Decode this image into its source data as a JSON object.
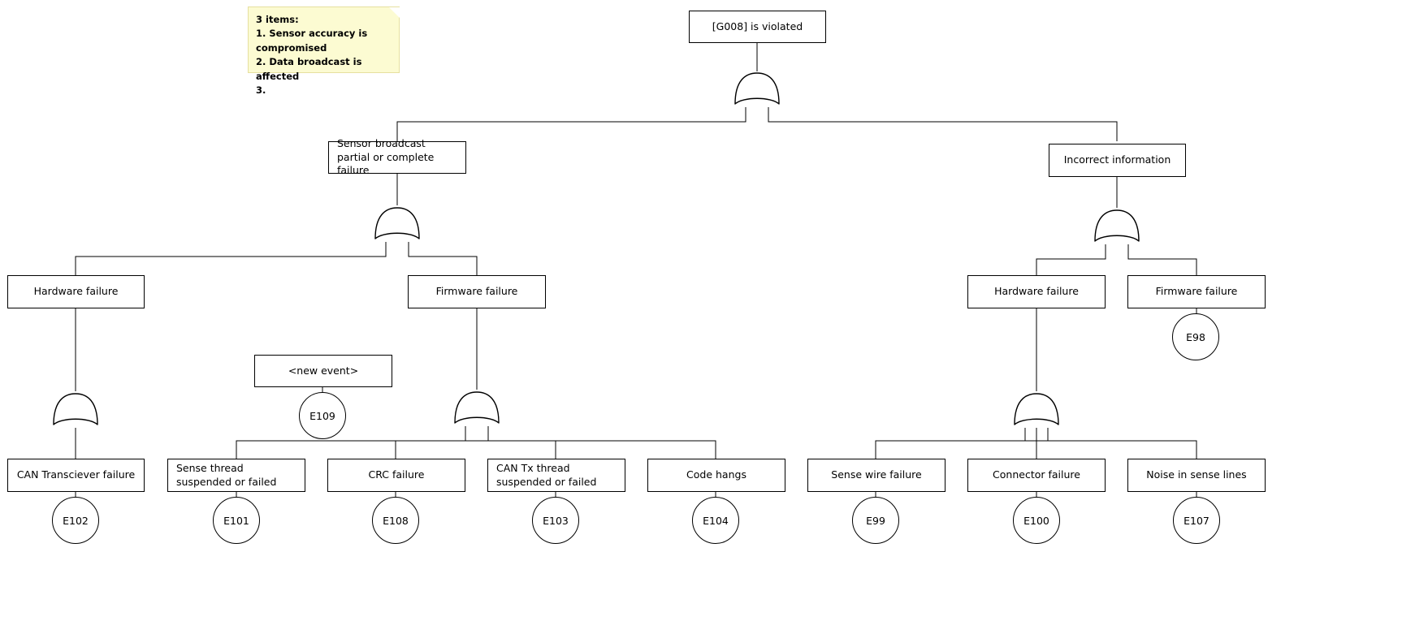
{
  "diagram": {
    "kind": "fault-tree",
    "background": "#ffffff",
    "line_color": "#000000",
    "note_fill": "#fcfbd2",
    "note_border": "#e6e0a0"
  },
  "note": {
    "title": "3 items:",
    "lines": "3 items:\n1. Sensor accuracy is compromised\n2. Data broadcast is affected\n3."
  },
  "nodes": {
    "top_event": "[G008] is violated",
    "sensor_broadcast": "Sensor broadcast partial or complete failure",
    "incorrect_information": "Incorrect information",
    "hw_failure_left": "Hardware failure",
    "fw_failure_left": "Firmware failure",
    "hw_failure_right": "Hardware failure",
    "fw_failure_right": "Firmware failure",
    "new_event": "<new event>",
    "can_transceiver": "CAN Transciever failure",
    "sense_thread": "Sense thread suspended or failed",
    "crc_failure": "CRC failure",
    "can_tx_thread": "CAN Tx thread suspended or failed",
    "code_hangs": "Code hangs",
    "sense_wire": "Sense wire failure",
    "connector_failure": "Connector failure",
    "noise_sense_lines": "Noise in sense lines"
  },
  "events": {
    "e98": "E98",
    "e99": "E99",
    "e100": "E100",
    "e101": "E101",
    "e102": "E102",
    "e103": "E103",
    "e104": "E104",
    "e107": "E107",
    "e108": "E108",
    "e109": "E109"
  },
  "gates": {
    "top": "or-gate",
    "sensor_broadcast": "or-gate",
    "incorrect_information": "or-gate",
    "hw_left": "or-gate",
    "fw_left": "or-gate",
    "hw_right": "or-gate"
  }
}
